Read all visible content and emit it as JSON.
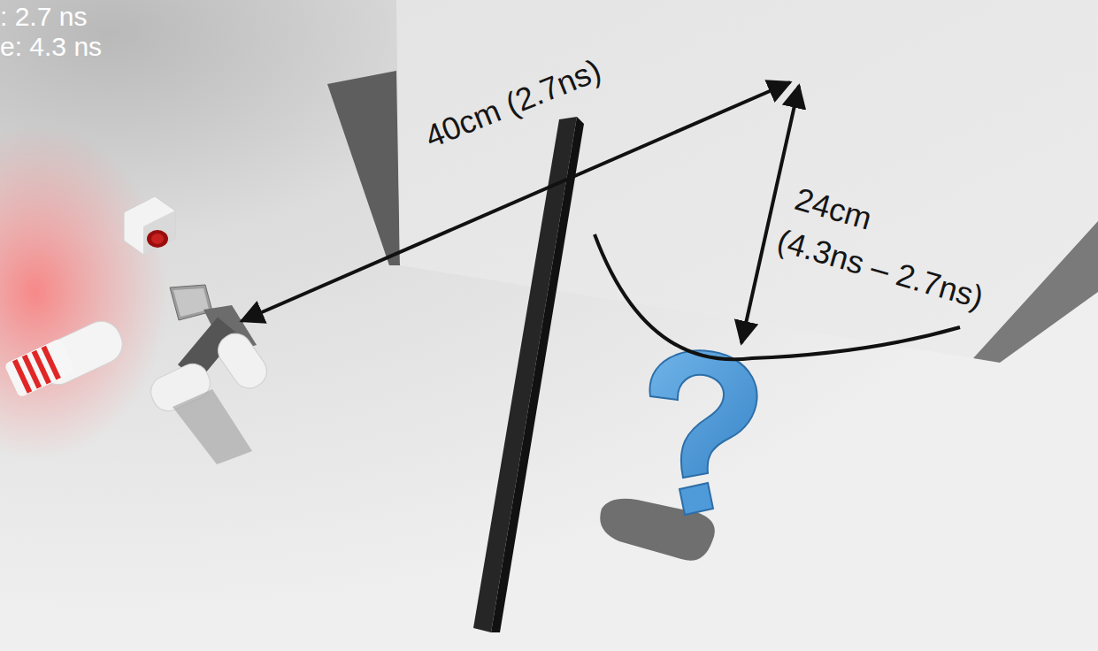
{
  "diagram": {
    "labels": [
      ": 2.7 ns",
      "e: 4.3 ns",
      "40cm (2.7ns)",
      "24cm",
      "(4.3ns – 2.7ns)"
    ]
  }
}
